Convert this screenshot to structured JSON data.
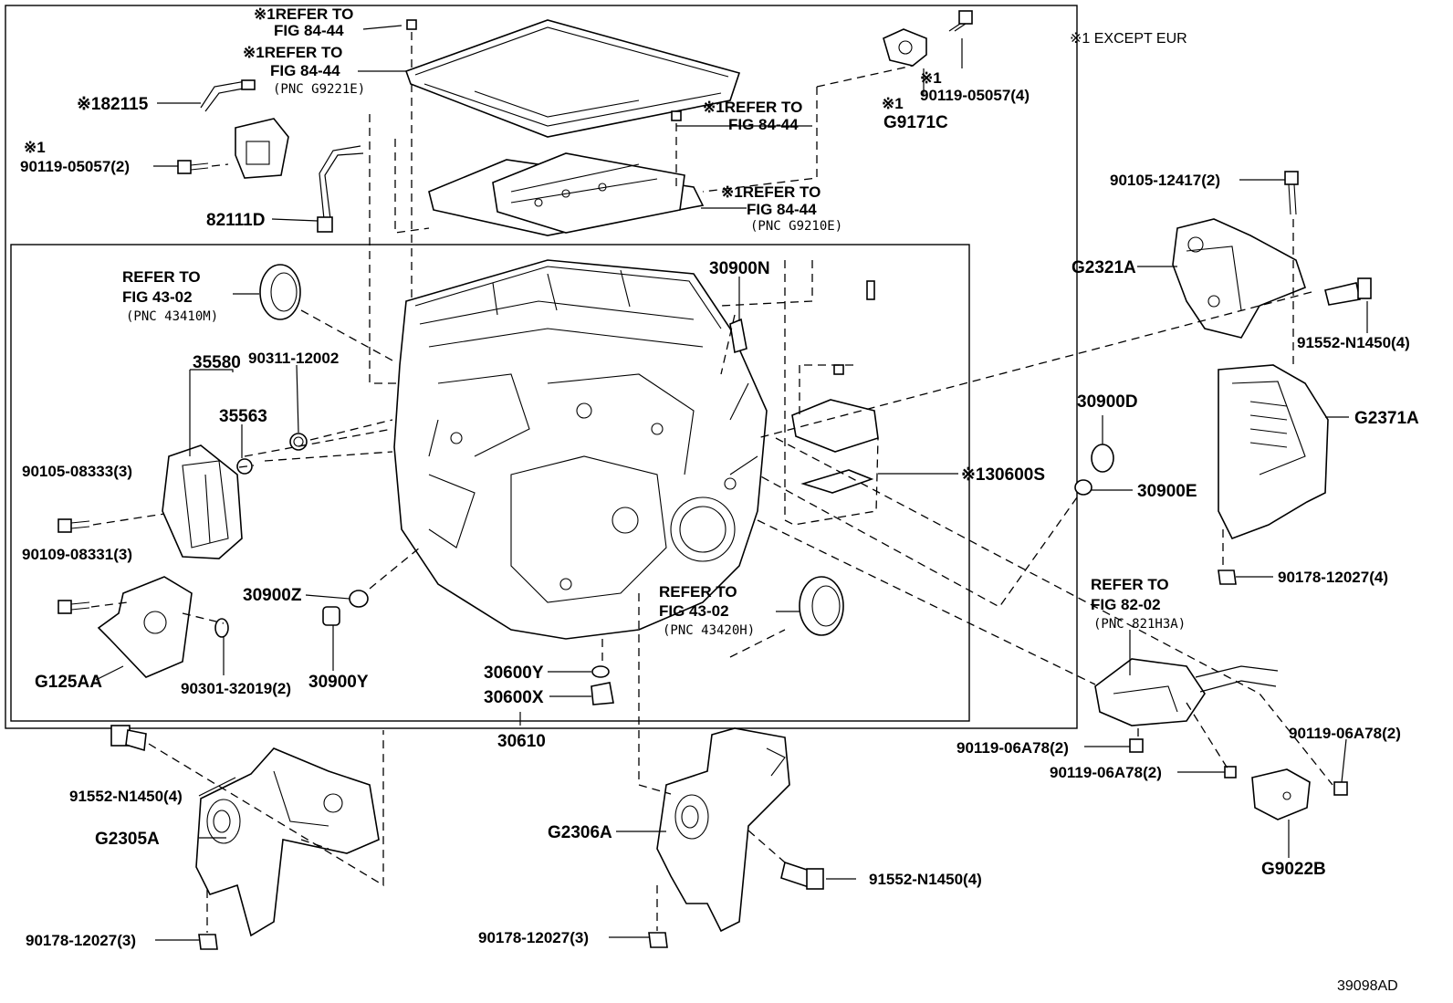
{
  "diagram_id": "39098AD",
  "legend": "※1 EXCEPT EUR",
  "labels": {
    "refer_84_44_a1": "※1REFER TO",
    "refer_84_44_a2": "FIG 84-44",
    "refer_84_44_b1": "※1REFER TO",
    "refer_84_44_b2": "FIG 84-44",
    "refer_84_44_b3": "(PNC G9221E)",
    "refer_84_44_c1": "※1REFER TO",
    "refer_84_44_c2": "FIG 84-44",
    "refer_84_44_d1": "※1REFER TO",
    "refer_84_44_d2": "FIG 84-44",
    "refer_84_44_d3": "(PNC G9210E)",
    "p82115": "※182115",
    "p90119_05057_2_mark": "※1",
    "p90119_05057_2": "90119-05057(2)",
    "p82111D": "82111D",
    "p90119_05057_4_mark": "※1",
    "p90119_05057_4": "90119-05057(4)",
    "pG9171C_mark": "※1",
    "pG9171C": "G9171C",
    "refer_43_02_a1": "REFER TO",
    "refer_43_02_a2": "FIG 43-02",
    "refer_43_02_a3": "(PNC 43410M)",
    "p35580": "35580",
    "p90311_12002": "90311-12002",
    "p35563": "35563",
    "p90105_08333": "90105-08333(3)",
    "p90109_08331": "90109-08331(3)",
    "pG125AA": "G125AA",
    "p90301_32019": "90301-32019(2)",
    "p30900Z": "30900Z",
    "p30900Y": "30900Y",
    "p30900N": "30900N",
    "p30600S": "※130600S",
    "refer_43_02_b1": "REFER TO",
    "refer_43_02_b2": "FIG 43-02",
    "refer_43_02_b3": "(PNC 43420H)",
    "p30600Y": "30600Y",
    "p30600X": "30600X",
    "p30610": "30610",
    "p90105_12417": "90105-12417(2)",
    "pG2321A": "G2321A",
    "p91552_N1450_a": "91552-N1450(4)",
    "pG2371A": "G2371A",
    "p30900D": "30900D",
    "p30900E": "30900E",
    "p90178_12027_4": "90178-12027(4)",
    "refer_82_02_1": "REFER TO",
    "refer_82_02_2": "FIG 82-02",
    "refer_82_02_3": "(PNC 821H3A)",
    "p90119_06A78_a": "90119-06A78(2)",
    "p90119_06A78_b": "90119-06A78(2)",
    "p90119_06A78_c": "90119-06A78(2)",
    "pG9022B": "G9022B",
    "p91552_N1450_b": "91552-N1450(4)",
    "pG2305A": "G2305A",
    "p90178_12027_3a": "90178-12027(3)",
    "pG2306A": "G2306A",
    "p91552_N1450_c": "91552-N1450(4)",
    "p90178_12027_3b": "90178-12027(3)"
  }
}
